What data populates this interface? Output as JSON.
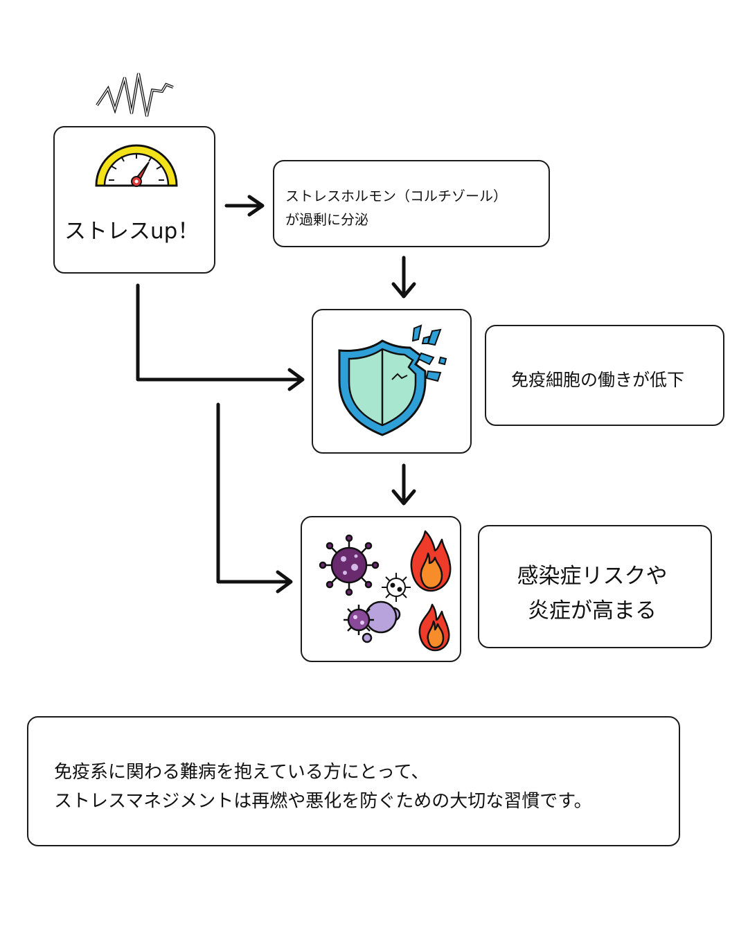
{
  "stress_box": {
    "label": "ストレスup！",
    "icons": [
      "stress-scribble-icon",
      "speedometer-gauge-icon"
    ]
  },
  "hormone_box": {
    "line1": "ストレスホルモン（コルチゾール）",
    "line2": "が過剰に分泌"
  },
  "immune_box": {
    "label": "免疫細胞の働きが低下",
    "icon": "broken-shield-icon"
  },
  "infection_box": {
    "line1": "感染症リスクや",
    "line2": "炎症が高まる",
    "icons": [
      "virus-icon",
      "fire-icon"
    ]
  },
  "summary": {
    "line1": "免疫系に関わる難病を抱えている方にとって、",
    "line2": "ストレスマネジメントは再燃や悪化を防ぐための大切な習慣です。"
  },
  "colors": {
    "gauge_yellow": "#f3e21a",
    "needle_red": "#e03a3a",
    "shield_blue": "#2f9fd8",
    "shield_fill": "#a8e6d0",
    "virus_purple": "#6a2a6e",
    "virus_light": "#b9a3dc",
    "fire_red": "#ef3b2a",
    "fire_orange": "#f78c2a"
  }
}
